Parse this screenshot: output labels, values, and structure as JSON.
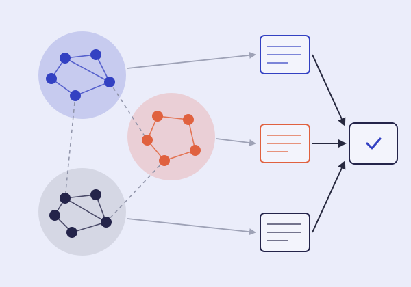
{
  "colors": {
    "background": "#ebedfa",
    "blue": "#3341c2",
    "blue_edge": "#5560cc",
    "blue_bg": "#c7cbef",
    "orange": "#e0613f",
    "orange_edge": "#e37352",
    "orange_bg": "#eacfd6",
    "navy": "#24244a",
    "navy_edge": "#4a4a68",
    "gray_bg": "#d5d7e4",
    "arrow_gray": "#9ea2b6",
    "dash_gray": "#8f93a8",
    "arrow_dark": "#26283e",
    "doc_fill": "#f3f4fc",
    "check": "#3341c2"
  },
  "icons": {
    "documents": [
      "document-lines-icon",
      "document-lines-icon",
      "document-lines-icon"
    ],
    "result": "checkmark-icon"
  },
  "graphs": [
    {
      "name": "blue",
      "node_count": 5
    },
    {
      "name": "orange",
      "node_count": 5
    },
    {
      "name": "navy",
      "node_count": 5
    }
  ]
}
